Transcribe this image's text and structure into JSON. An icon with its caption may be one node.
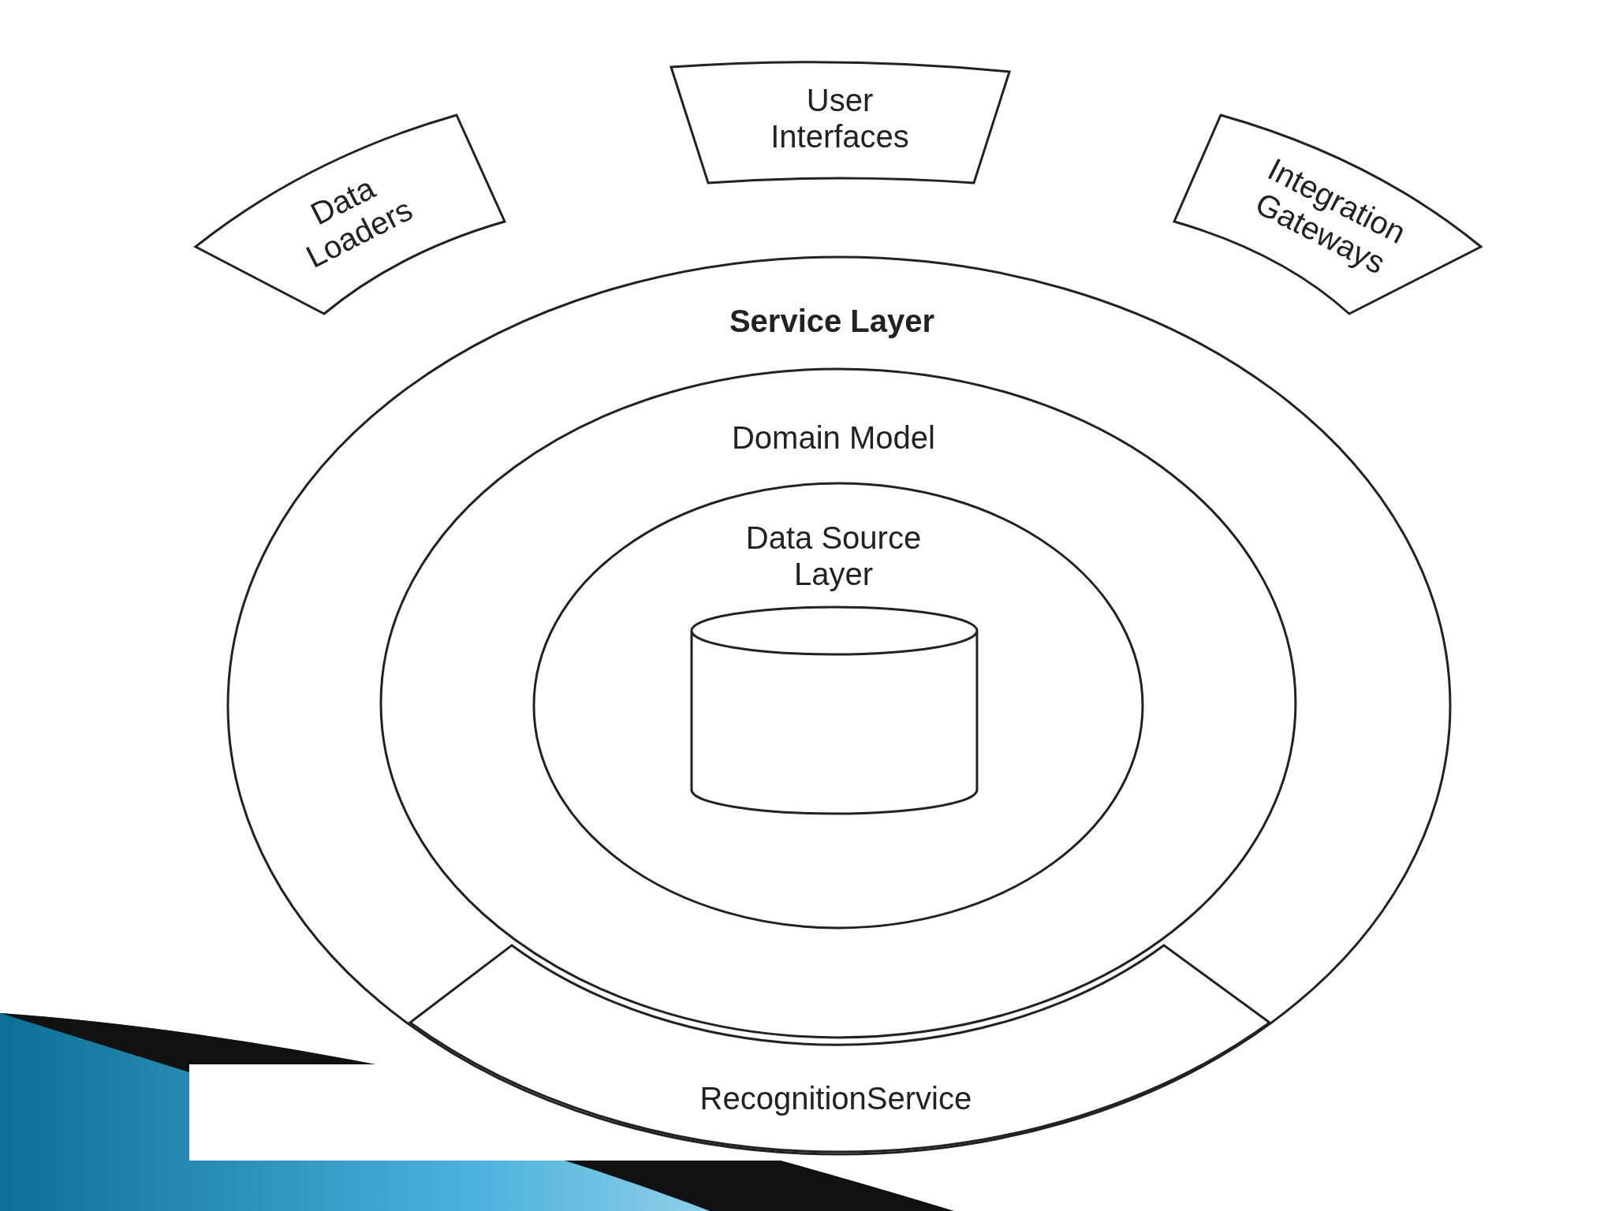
{
  "diagram": {
    "nodes": [
      {
        "text": [
          "Data Loaders"
        ]
      },
      {
        "text": [
          "User Interfaces"
        ]
      },
      {
        "text": [
          "Integration Gateways"
        ]
      },
      {
        "text": [
          "Service Layer"
        ]
      },
      {
        "text": [
          "Domain Model"
        ],
        "in": 3
      },
      {
        "text": [
          "Data Source Layer"
        ],
        "in": 4
      },
      {
        "text": [],
        "shape": "cylinder",
        "in": 5
      },
      {
        "text": [
          "RecognitionService"
        ],
        "in": 3
      }
    ]
  }
}
